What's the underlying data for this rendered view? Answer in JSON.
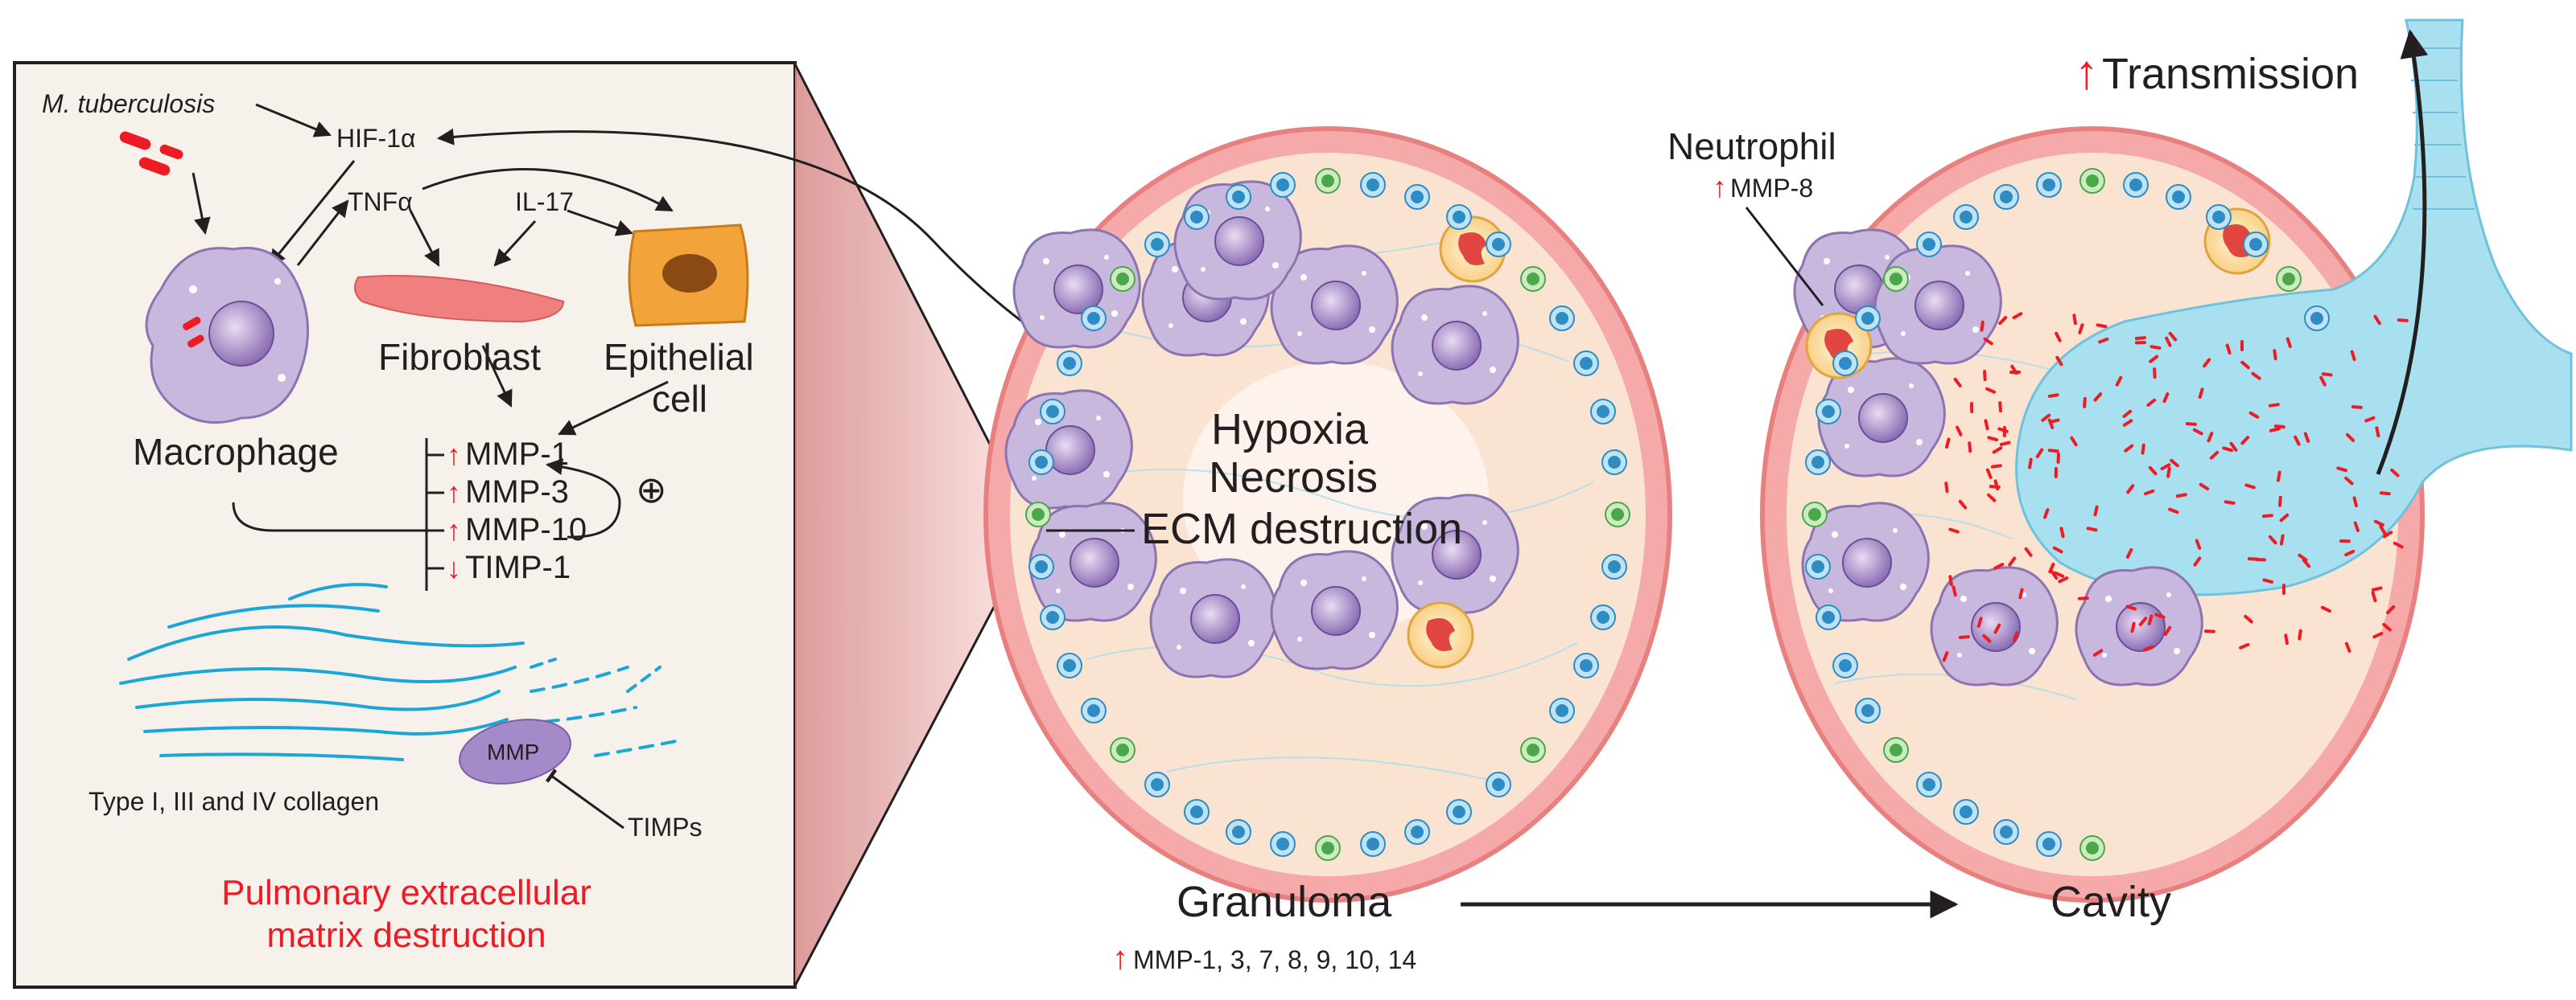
{
  "panel": {
    "pathogen": "M. tuberculosis",
    "hif": "HIF-1α",
    "tnf": "TNFα",
    "il17": "IL-17",
    "macrophage": "Macrophage",
    "fibroblast": "Fibroblast",
    "epithelial_line1": "Epithelial",
    "epithelial_line2": "cell",
    "mmp_list": [
      {
        "dir": "up",
        "label": "MMP-1"
      },
      {
        "dir": "up",
        "label": "MMP-3"
      },
      {
        "dir": "up",
        "label": "MMP-10"
      },
      {
        "dir": "down",
        "label": "TIMP-1"
      }
    ],
    "feedback_symbol": "⊕",
    "collagen": "Type I, III and IV collagen",
    "mmp_enzyme": "MMP",
    "timps": "TIMPs",
    "title_line1": "Pulmonary extracellular",
    "title_line2": "matrix destruction"
  },
  "granuloma": {
    "hypoxia": "Hypoxia",
    "necrosis": "Necrosis",
    "ecm": "ECM destruction",
    "label": "Granuloma",
    "mmps": "MMP-1, 3, 7, 8, 9, 10, 14"
  },
  "cavity": {
    "neutrophil": "Neutrophil",
    "mmp8": "MMP-8",
    "transmission": "Transmission",
    "label": "Cavity"
  },
  "colors": {
    "red": "#ed1c24",
    "collagen": "#1aa7d6",
    "macrophage": "#c9b8de",
    "fibroblast": "#f08080",
    "epithelial": "#f2a33a",
    "granuloma_wall": "#f4a3a3",
    "granuloma_inner": "#fbe3d2",
    "airway": "#a8e0f0"
  }
}
